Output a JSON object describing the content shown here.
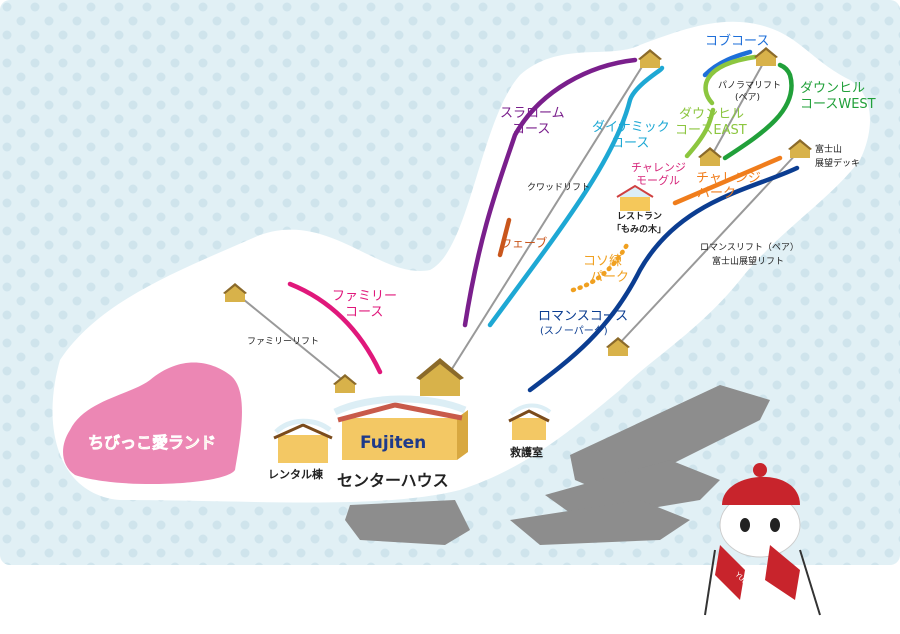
{
  "courses": {
    "slalom": [
      "スラローム",
      "コース"
    ],
    "dynamic": [
      "ダイナミック",
      "コース"
    ],
    "mogul_course": "コブコース",
    "downhill_west": [
      "ダウンヒル",
      "コースWEST"
    ],
    "downhill_east": [
      "ダウンヒル",
      "コースEAST"
    ],
    "challenge_mogul": [
      "チャレンジ",
      "モーグル"
    ],
    "challenge_park": [
      "チャレンジ",
      "パーク"
    ],
    "wave": "ウェーブ",
    "practice_park": [
      "コソ練",
      "パーク"
    ],
    "romance": [
      "ロマンスコース",
      "(スノーパーク)"
    ],
    "family": [
      "ファミリー",
      "コース"
    ]
  },
  "lifts": {
    "quad": "クワッドリフト",
    "panorama": [
      "パノラマリフト",
      "(ペア)"
    ],
    "romance": [
      "ロマンスリフト（ペア）",
      "富士山展望リフト"
    ],
    "family": "ファミリーリフト"
  },
  "facilities": {
    "fuji_deck": [
      "富士山",
      "展望デッキ"
    ],
    "restaurant": [
      "レストラン",
      "「もみの木」"
    ],
    "rental": "レンタル棟",
    "center_house": "センターハウス",
    "center_sign": "Fujiten",
    "first_aid": "救護室",
    "kids_land": "ちびっこ愛ランド",
    "mascot_text": "YUKIO"
  },
  "colors": {
    "slalom": "#7a1f8c",
    "dynamic": "#1ea8d4",
    "mogul": "#1e6fd9",
    "west": "#21a03a",
    "east": "#8cc63f",
    "challenge_mogul": "#d6267a",
    "challenge_park": "#f07d1c",
    "wave": "#c9561c",
    "practice": "#f0a020",
    "romance": "#0b3d91",
    "family": "#e0187b"
  }
}
